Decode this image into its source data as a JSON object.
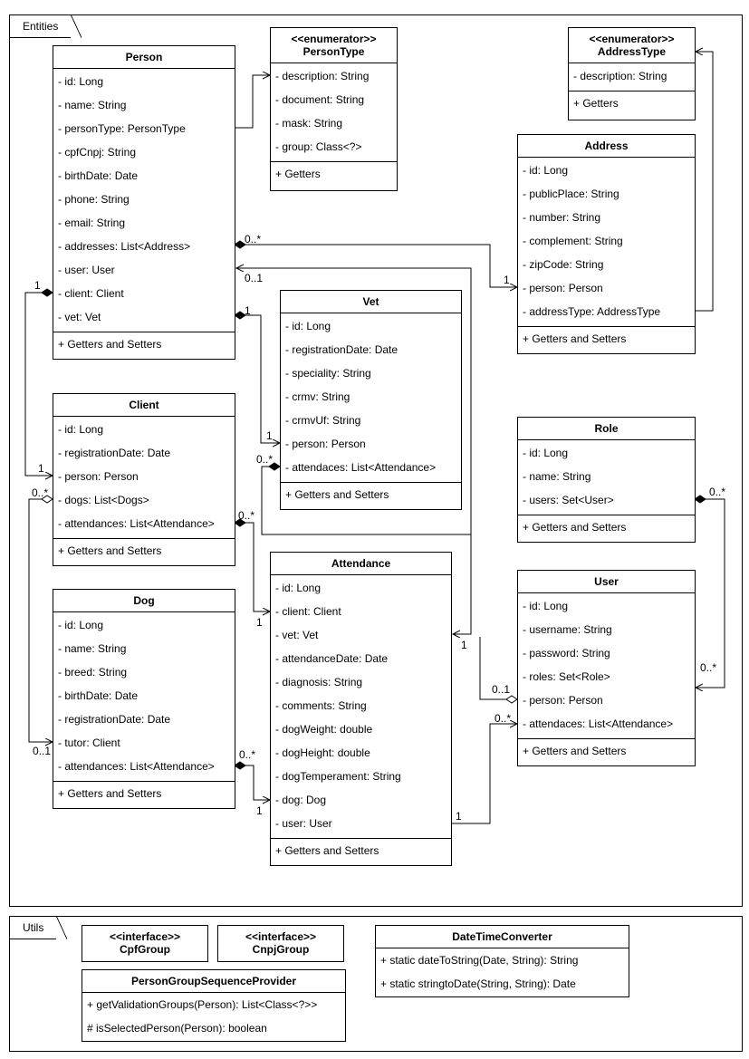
{
  "packages": {
    "entities": "Entities",
    "utils": "Utils"
  },
  "classes": {
    "person": {
      "name": "Person",
      "attrs": [
        "- id: Long",
        "- name: String",
        "- personType: PersonType",
        "- cpfCnpj: String",
        "- birthDate: Date",
        "- phone: String",
        "- email: String",
        "- addresses: List<Address>",
        "- user: User",
        "- client: Client",
        "- vet: Vet"
      ],
      "ops": [
        "+ Getters and Setters"
      ]
    },
    "personType": {
      "stereotype": "<<enumerator>>",
      "name": "PersonType",
      "attrs": [
        "- description: String",
        "- document: String",
        "- mask: String",
        "- group: Class<?>"
      ],
      "ops": [
        "+ Getters"
      ]
    },
    "addressType": {
      "stereotype": "<<enumerator>>",
      "name": "AddressType",
      "attrs": [
        "- description: String"
      ],
      "ops": [
        "+ Getters"
      ]
    },
    "address": {
      "name": "Address",
      "attrs": [
        "- id: Long",
        "- publicPlace: String",
        "- number: String",
        "- complement: String",
        "- zipCode: String",
        "- person: Person",
        "- addressType: AddressType"
      ],
      "ops": [
        "+ Getters and Setters"
      ]
    },
    "vet": {
      "name": "Vet",
      "attrs": [
        "- id: Long",
        "- registrationDate: Date",
        "- speciality: String",
        "- crmv: String",
        "- crmvUf: String",
        "- person: Person",
        "- attendaces: List<Attendance>"
      ],
      "ops": [
        "+ Getters and Setters"
      ]
    },
    "client": {
      "name": "Client",
      "attrs": [
        "- id: Long",
        "- registrationDate: Date",
        "- person: Person",
        "- dogs: List<Dogs>",
        "- attendances: List<Attendance>"
      ],
      "ops": [
        "+ Getters and Setters"
      ]
    },
    "role": {
      "name": "Role",
      "attrs": [
        "- id: Long",
        "- name: String",
        "- users: Set<User>"
      ],
      "ops": [
        "+ Getters and Setters"
      ]
    },
    "attendance": {
      "name": "Attendance",
      "attrs": [
        "- id: Long",
        "- client: Client",
        "- vet: Vet",
        "- attendanceDate: Date",
        "- diagnosis: String",
        "- comments: String",
        "- dogWeight: double",
        "- dogHeight: double",
        "- dogTemperament: String",
        "- dog: Dog",
        "- user: User"
      ],
      "ops": [
        "+ Getters and Setters"
      ]
    },
    "user": {
      "name": "User",
      "attrs": [
        "- id: Long",
        "- username: String",
        "- password: String",
        "- roles: Set<Role>",
        "- person: Person",
        "- attendaces: List<Attendance>"
      ],
      "ops": [
        "+ Getters and Setters"
      ]
    },
    "dog": {
      "name": "Dog",
      "attrs": [
        "- id: Long",
        "- name: String",
        "- breed: String",
        "- birthDate: Date",
        "- registrationDate: Date",
        "- tutor: Client",
        "- attendances: List<Attendance>"
      ],
      "ops": [
        "+ Getters and Setters"
      ]
    },
    "cpfGroup": {
      "stereotype": "<<interface>>",
      "name": "CpfGroup"
    },
    "cnpjGroup": {
      "stereotype": "<<interface>>",
      "name": "CnpjGroup"
    },
    "personGroupSequenceProvider": {
      "name": "PersonGroupSequenceProvider",
      "ops": [
        "+ getValidationGroups(Person): List<Class<?>>",
        "# isSelectedPerson(Person): boolean"
      ]
    },
    "dateTimeConverter": {
      "name": "DateTimeConverter",
      "ops": [
        "+ static dateToString(Date, String): String",
        "+ static stringtoDate(String, String): Date"
      ]
    }
  },
  "multiplicities": {
    "m_addr_person": "0..*",
    "m_addr_address": "1",
    "m_user_person": "0..1",
    "m_client_person_top": "1",
    "m_client_person_bottom": "1",
    "m_vet_person_top": "1",
    "m_vet_person_bottom": "1",
    "m_vet_att": "0..*",
    "m_att_vet": "1",
    "m_client_dogs": "0..*",
    "m_dog_tutor": "0..1",
    "m_client_att": "0..*",
    "m_att_client": "1",
    "m_dog_att": "0..*",
    "m_att_dog": "1",
    "m_role_users": "0..*",
    "m_user_roles": "0..*",
    "m_user_att": "0..*",
    "m_att_user": "1"
  }
}
